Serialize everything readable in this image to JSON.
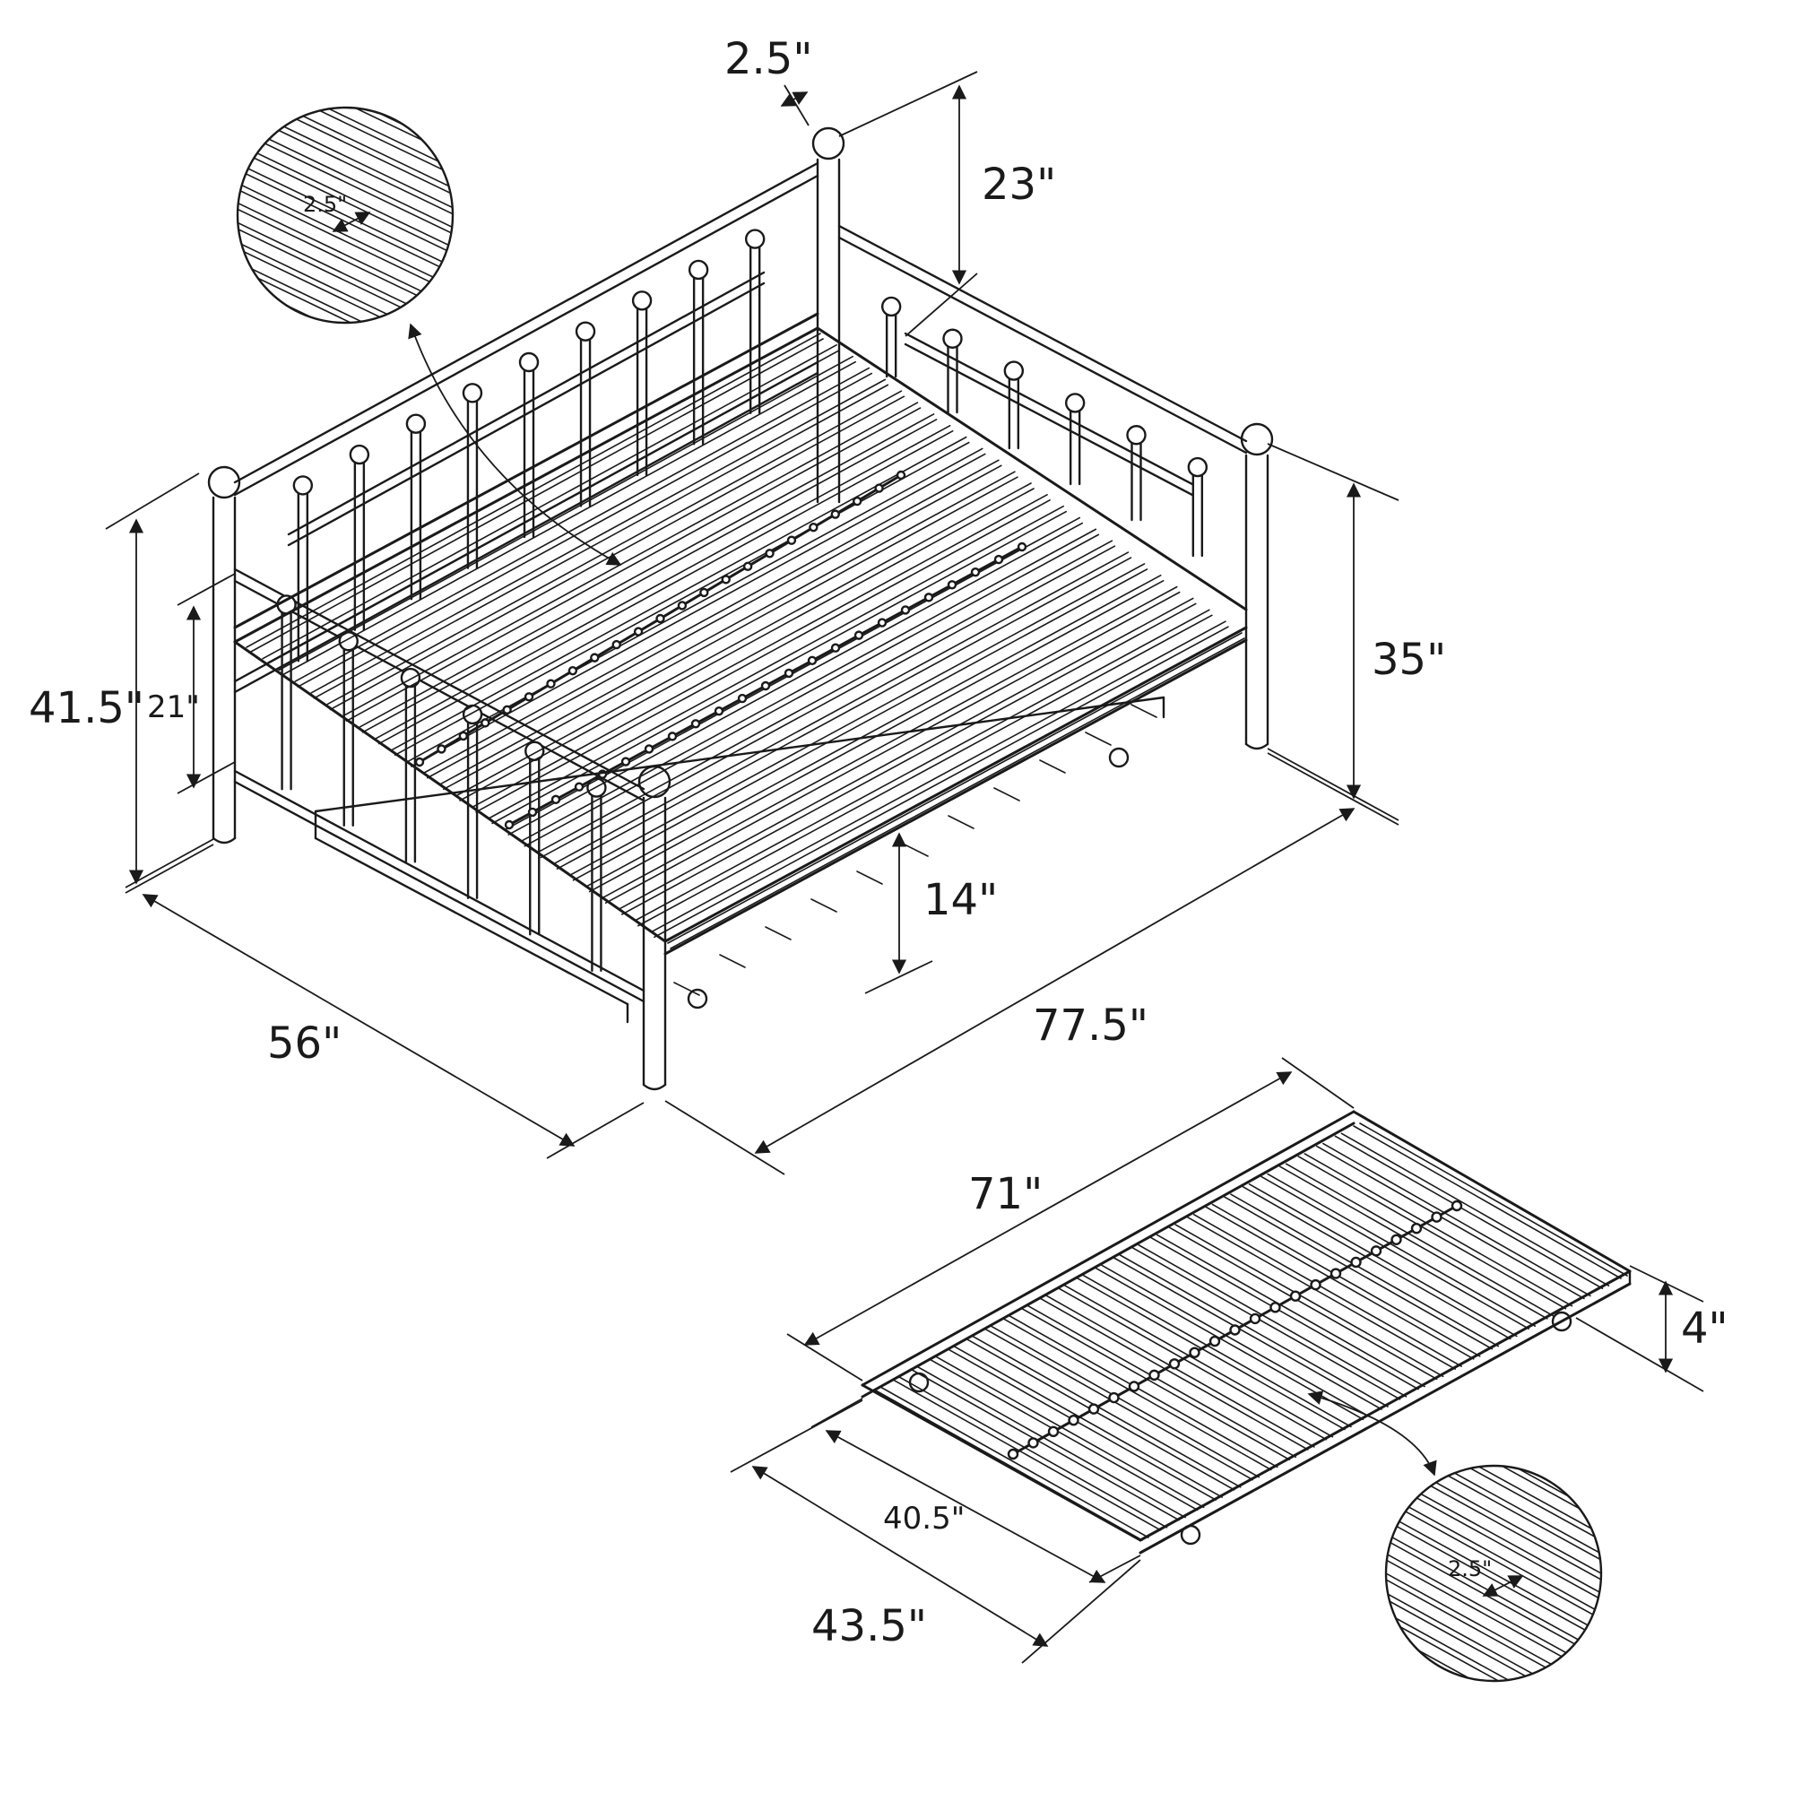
{
  "dimensions": {
    "post_width": "2.5\"",
    "headboard_height": "23\"",
    "total_height": "41.5\"",
    "rail_height": "21\"",
    "side_height": "35\"",
    "clearance": "14\"",
    "width": "56\"",
    "length": "77.5\"",
    "trundle_length": "71\"",
    "trundle_height": "4\"",
    "trundle_inner_width": "40.5\"",
    "trundle_width": "43.5\""
  },
  "callouts": {
    "slat_gap_top": "2.5\"",
    "slat_gap_bottom": "2.5\""
  }
}
